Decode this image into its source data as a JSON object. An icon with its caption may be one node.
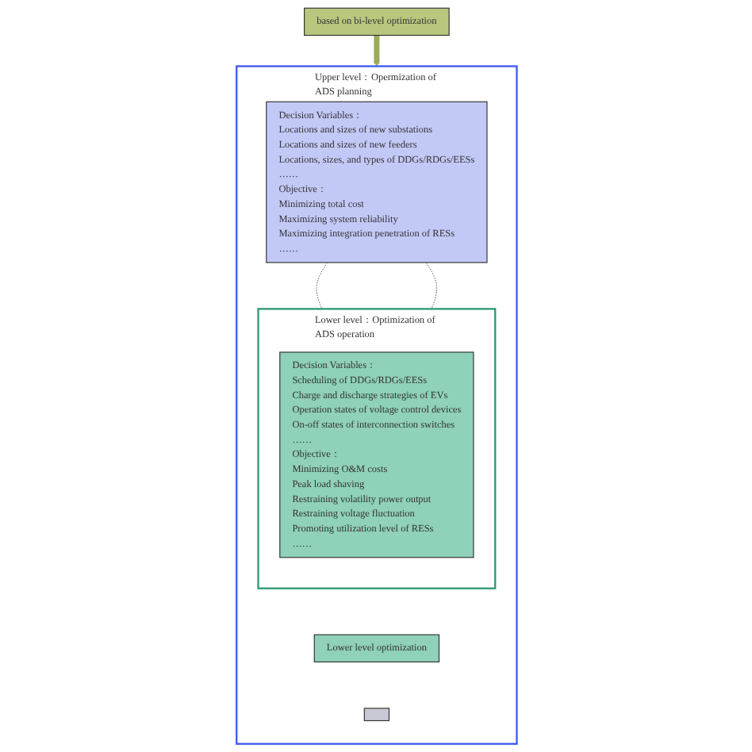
{
  "diagram": {
    "nodes": [
      {
        "text": [
          "based on bi-level optimization"
        ]
      },
      {
        "text": [
          "Upper level：Opermization of ADS planning"
        ]
      },
      {
        "text": [
          "Decision Variables：",
          "Locations and sizes of new substations",
          "Locations and sizes of new feeders",
          "Locations, sizes, and types of DDGs/RDGs/EESs",
          "……",
          "Objective：",
          "Minimizing total cost",
          "Maximizing system reliability",
          "Maximizing integration penetration of RESs",
          "……"
        ],
        "in": 1
      },
      {
        "text": [
          "Lower level：Optimization of ADS operation"
        ],
        "in": 1
      },
      {
        "text": [
          "Decision Variables：",
          "Scheduling of DDGs/RDGs/EESs",
          "Charge and discharge strategies of EVs",
          "Operation states of voltage control devices",
          "On-off states of interconnection switches",
          "……",
          "Objective：",
          "Minimizing O&M costs",
          "Peak load shaving",
          "Restraining volatility power output",
          "Restraining voltage fluctuation",
          "Promoting utilization level of RESs",
          "……"
        ],
        "in": 3
      },
      {
        "text": [
          "Lower level optimization"
        ],
        "in": 1
      },
      {
        "text": [],
        "shape": "box",
        "in": 1
      }
    ],
    "edges": [
      {
        "from": 0,
        "to": 1,
        "arrow": "to",
        "style": "thick",
        "color": "#9aab5a"
      },
      {
        "from": 2,
        "to": 3,
        "arrow": "none",
        "style": "dashed"
      },
      {
        "from": 2,
        "to": 3,
        "arrow": "none",
        "style": "dashed"
      }
    ]
  }
}
